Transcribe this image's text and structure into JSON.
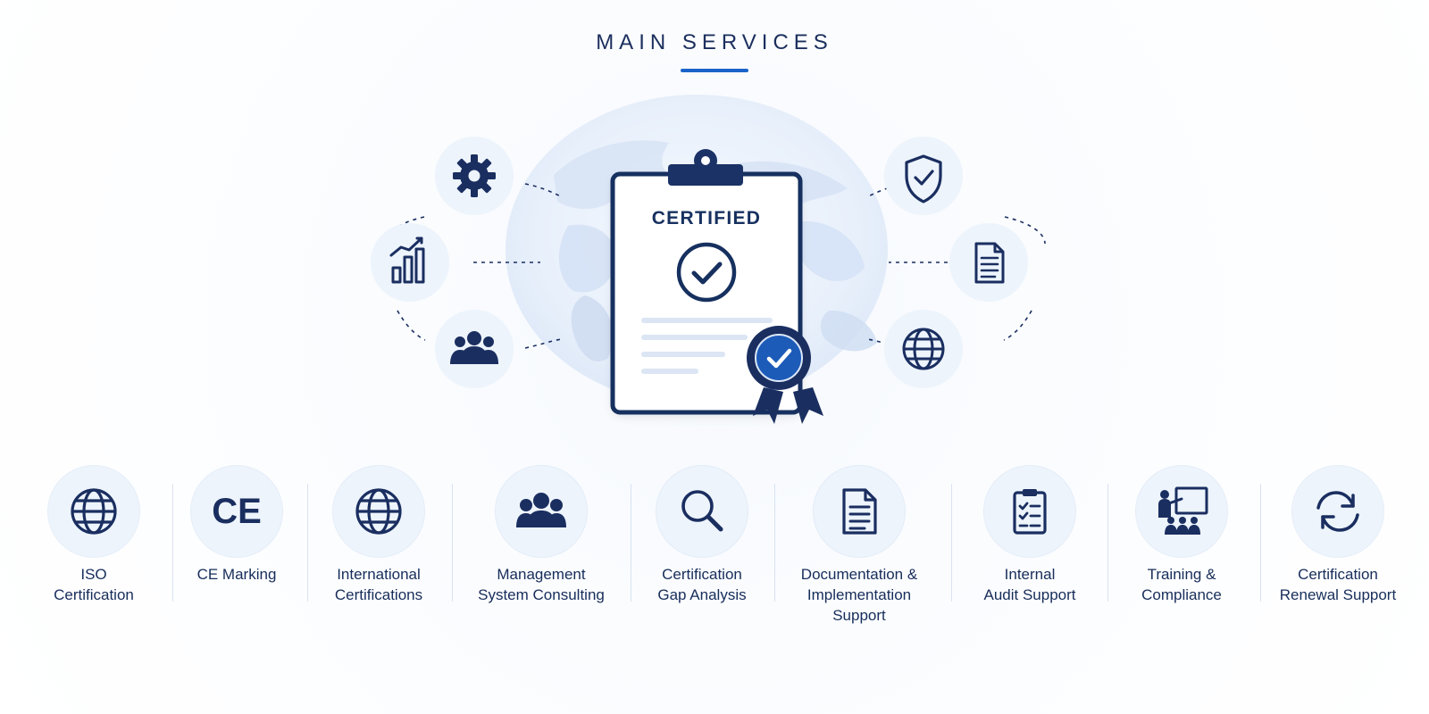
{
  "page": {
    "title": "MAIN SERVICES",
    "accent_color": "#1a63c9",
    "primary_color": "#16305f",
    "circle_color": "#edf4fc"
  },
  "hero": {
    "badge_text": "CERTIFIED",
    "left_icons": [
      "gear-icon",
      "bar-chart-icon",
      "people-icon"
    ],
    "right_icons": [
      "shield-check-icon",
      "document-icon",
      "globe-icon"
    ],
    "center_icons": [
      "clipboard-icon",
      "check-circle-icon",
      "ribbon-badge-icon",
      "world-map-icon"
    ]
  },
  "services": [
    {
      "label": "ISO\nCertification",
      "icon": "globe-icon"
    },
    {
      "label": "CE Marking",
      "icon": "ce-mark-icon"
    },
    {
      "label": "International\nCertifications",
      "icon": "globe-icon"
    },
    {
      "label": "Management\nSystem Consulting",
      "icon": "people-icon"
    },
    {
      "label": "Certification\nGap Analysis",
      "icon": "magnifier-icon"
    },
    {
      "label": "Documentation &\nImplementation\nSupport",
      "icon": "document-icon"
    },
    {
      "label": "Internal\nAudit Support",
      "icon": "checklist-icon"
    },
    {
      "label": "Training &\nCompliance",
      "icon": "presentation-icon"
    },
    {
      "label": "Certification\nRenewal Support",
      "icon": "refresh-icon"
    }
  ]
}
